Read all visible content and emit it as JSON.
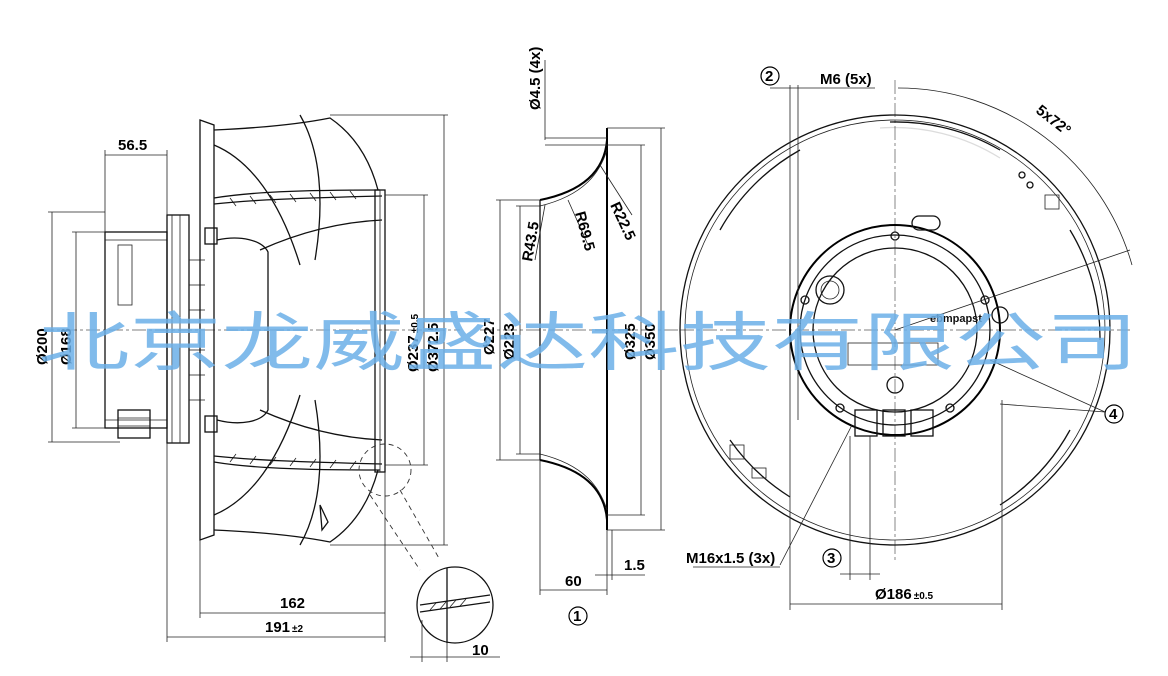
{
  "watermark": "北京龙威盛达科技有限公司",
  "brand_label": "ebmpapst",
  "side_view": {
    "dim_56_5": "56.5",
    "dim_d200": "Ø200",
    "dim_d168": "Ø168",
    "dim_d237": "Ø237",
    "dim_d237_tol": "±0.5",
    "dim_d372": "Ø372.5",
    "dim_162": "162",
    "dim_191": "191",
    "dim_191_tol": "±2",
    "dim_10": "10"
  },
  "section_view": {
    "dim_d4_5": "Ø4.5 (4x)",
    "dim_r22_5": "R22.5",
    "dim_r69_5": "R69.5",
    "dim_r43_5": "R43.5",
    "dim_d227": "Ø227",
    "dim_d223": "Ø223",
    "dim_d325": "Ø325",
    "dim_d350": "Ø350",
    "dim_60": "60",
    "dim_1_5": "1.5",
    "callout_1": "1"
  },
  "front_view": {
    "callout_2": "2",
    "callout_3": "3",
    "callout_4": "4",
    "dim_m6": "M6 (5x)",
    "dim_angle": "5x72°",
    "dim_m16": "M16x1.5 (3x)",
    "dim_d186": "Ø186",
    "dim_d186_tol": "±0.5"
  }
}
